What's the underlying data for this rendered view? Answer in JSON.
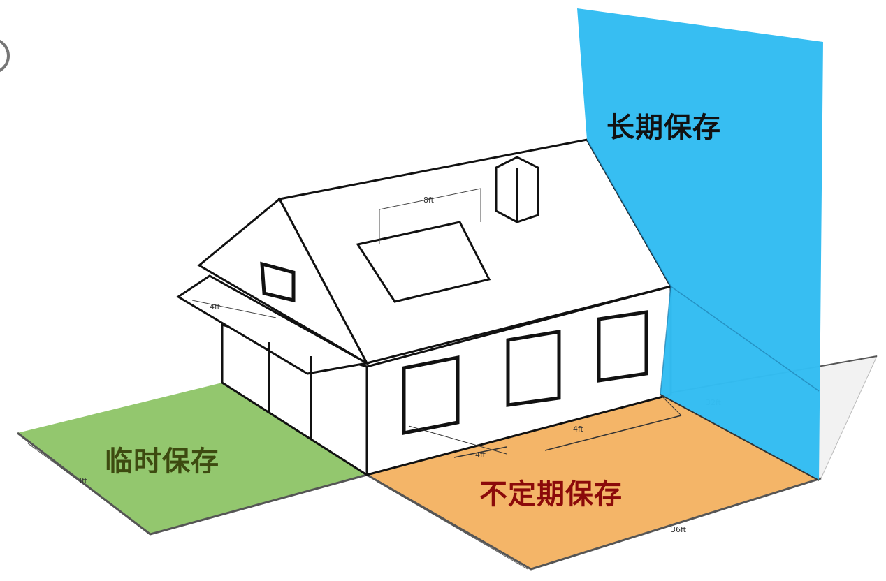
{
  "labels": {
    "long_term": {
      "text": "长期保存",
      "color": "#111111"
    },
    "temporary": {
      "text": "临时保存",
      "color": "#3d4a10"
    },
    "irregular": {
      "text": "不定期保存",
      "color": "#8b0a0a"
    }
  },
  "regions": {
    "long_term_plane_color": "#33bdf2",
    "temporary_plane_color": "#8dc466",
    "irregular_plane_color": "#f4b568"
  },
  "dimensions": {
    "skylight_width": "8ft",
    "window_gap": "4ft",
    "window_offset": "4ft",
    "side_length": "32ft",
    "front_length": "36ft",
    "left_depth": "4ft",
    "left_width": "3ft"
  }
}
